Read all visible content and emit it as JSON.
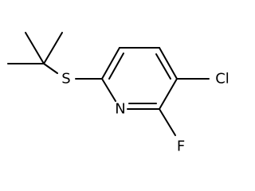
{
  "molecule": {
    "atoms": {
      "sulfur": "S",
      "nitrogen": "N",
      "chlorine": "Cl",
      "fluorine": "F"
    }
  },
  "colors": {
    "bond": "#000000",
    "label": "#000000",
    "background": "#ffffff"
  }
}
